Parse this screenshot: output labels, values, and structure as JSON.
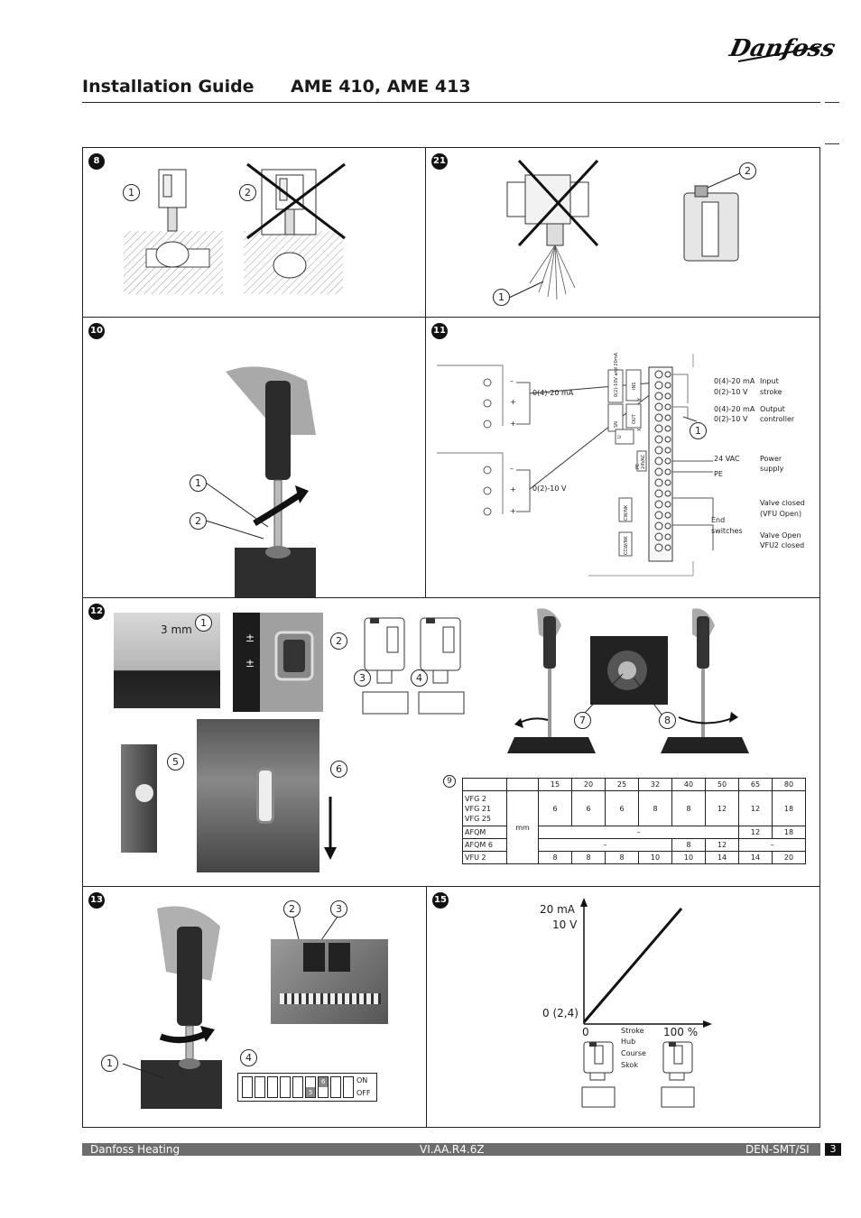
{
  "header": {
    "brand": "Danfoss",
    "title": "Installation Guide",
    "product": "AME 410, AME 413"
  },
  "panels": {
    "p8": {
      "number": "8",
      "callouts": [
        "1",
        "2"
      ]
    },
    "p21": {
      "number": "21",
      "callouts": [
        "1",
        "2"
      ]
    },
    "p10": {
      "number": "10",
      "callouts": [
        "1",
        "2"
      ]
    },
    "p11": {
      "number": "11",
      "left_upper_labels": [
        "–",
        "+",
        "+"
      ],
      "left_lower_labels": [
        "–",
        "+",
        "+"
      ],
      "signal_ma": "0(4)-20 mA",
      "signal_v": "0(2)-10 V",
      "terminal_labels": {
        "sig": "0(2)-10V and 20mA",
        "ins": "INS",
        "y": "Y",
        "sn": "SN",
        "u": "U",
        "out": "OUT",
        "x": "X",
        "power": "24VAC",
        "pe": "PE",
        "end1": "CW/NK",
        "end2": "CCW/NK"
      },
      "right_rows": [
        {
          "signal": "0(4)-20 mA",
          "signal2": "0(2)-10 V",
          "desc": "Input",
          "desc2": "stroke"
        },
        {
          "signal": "0(4)-20 mA",
          "signal2": "0(2)-10 V",
          "desc": "Output",
          "desc2": "controller"
        },
        {
          "signal": "24 VAC",
          "signal2": "PE",
          "desc": "Power",
          "desc2": "supply"
        }
      ],
      "callout": "1",
      "end_switches": "End\nswitches",
      "end_switches_1": "End",
      "end_switches_2": "switches",
      "valve_closed_1": "Valve closed",
      "valve_closed_2": "(VFU Open)",
      "valve_open_1": "Valve Open",
      "valve_open_2": "VFU2 closed"
    },
    "p12": {
      "number": "12",
      "gap": "3 mm",
      "callouts": [
        "1",
        "2",
        "3",
        "4",
        "5",
        "6",
        "7",
        "8",
        "9"
      ],
      "table": {
        "columns": [
          "15",
          "20",
          "25",
          "32",
          "40",
          "50",
          "65",
          "80"
        ],
        "unit": "mm",
        "rows": [
          {
            "name1": "VFG 2",
            "name2": "VFG 21",
            "name3": "VFG 25",
            "values": [
              "6",
              "6",
              "6",
              "8",
              "8",
              "12",
              "12",
              "18"
            ]
          },
          {
            "name1": "AFQM",
            "values": [
              "–",
              "12",
              "18"
            ]
          },
          {
            "name1": "AFQM 6",
            "values": [
              "–",
              "8",
              "12",
              "–"
            ]
          },
          {
            "name1": "VFU 2",
            "values": [
              "8",
              "8",
              "8",
              "10",
              "10",
              "14",
              "14",
              "20"
            ]
          }
        ]
      }
    },
    "p13": {
      "number": "13",
      "callouts": [
        "1",
        "2",
        "3",
        "4"
      ],
      "dip": {
        "on": "ON",
        "off": "OFF",
        "switch6": "6",
        "switch5": "5"
      }
    },
    "p15": {
      "number": "15",
      "y_top1": "20 mA",
      "y_top2": "10 V",
      "y_bottom": "0 (2,4)",
      "x_start": "0",
      "x_end": "100 %",
      "stroke_words": [
        "Stroke",
        "Hub",
        "Course",
        "Skok"
      ]
    }
  },
  "footer": {
    "company": "Danfoss Heating",
    "code": "VI.AA.R4.6Z",
    "lang": "DEN-SMT/SI",
    "page": "3"
  },
  "colors": {
    "footer_bar": "#6d6d6d",
    "ink": "#1a1a1a"
  }
}
